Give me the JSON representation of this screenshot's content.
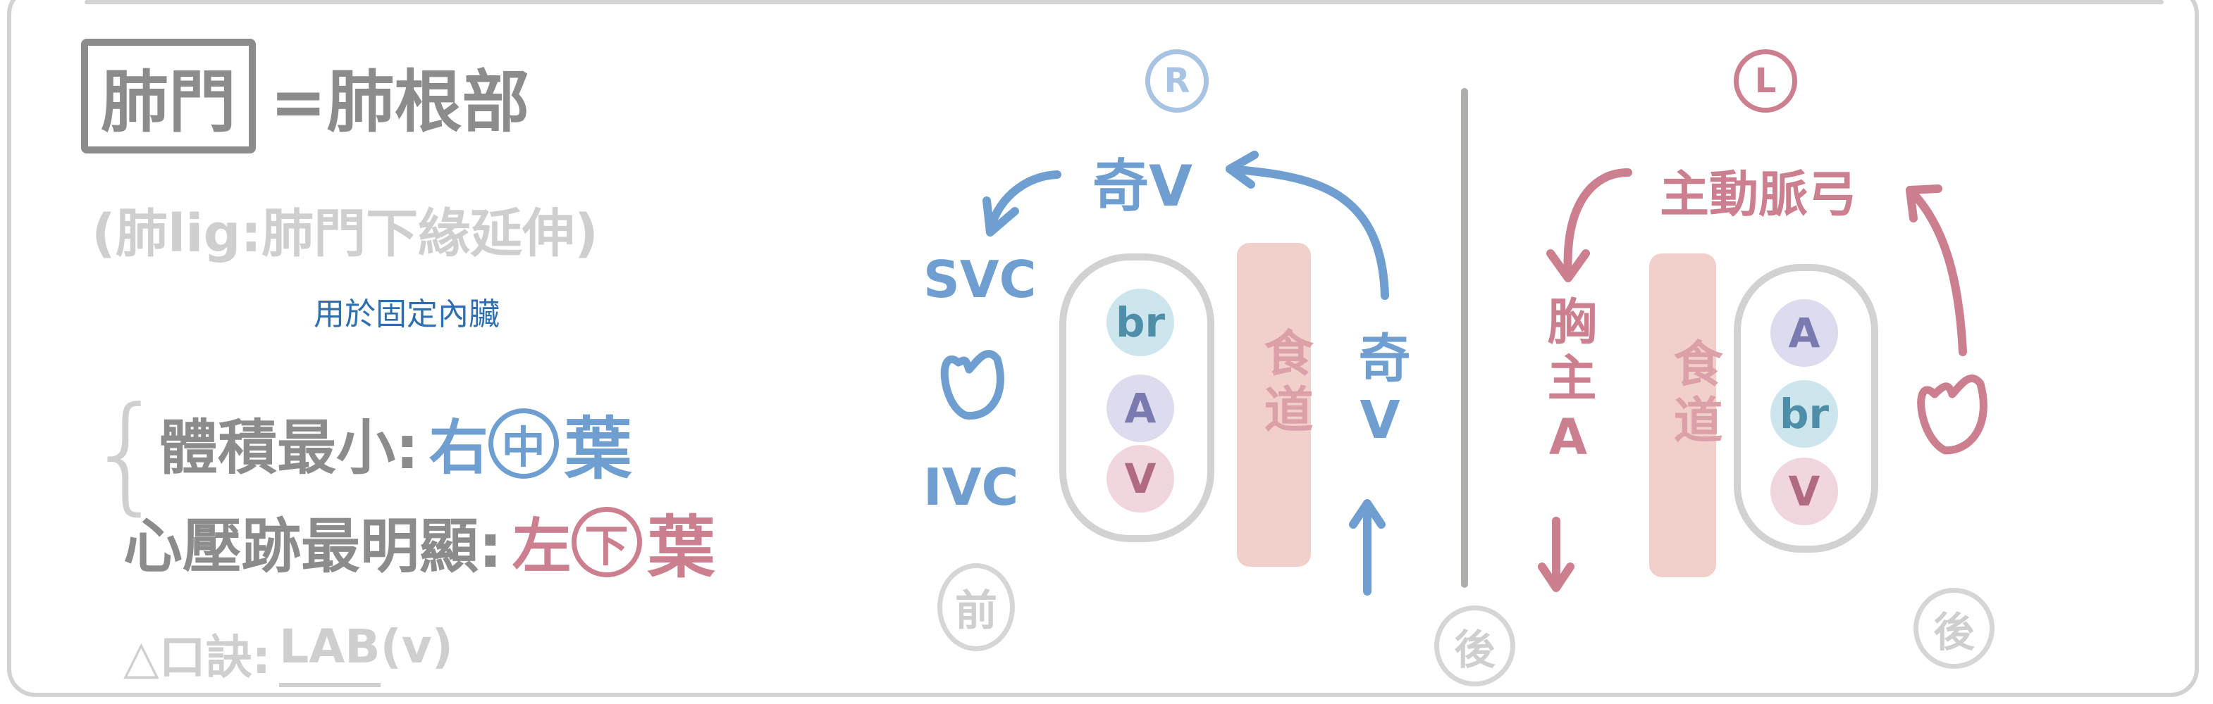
{
  "left": {
    "hilum_label": "肺門",
    "hilum_eq": "=肺根部",
    "ligament_note": "(肺lig:肺門下緣延伸)",
    "ligament_sub": "用於固定內臟",
    "smallest_label": "體積最小:",
    "smallest_side": "右",
    "smallest_circle": "中",
    "smallest_lobe": "葉",
    "cardiac_label": "心壓跡最明顯:",
    "cardiac_side": "左",
    "cardiac_circle": "下",
    "cardiac_lobe": "葉",
    "mnemonic_prefix": "△口訣:",
    "mnemonic_key": "LAB",
    "mnemonic_suffix": "(v)"
  },
  "right_lung": {
    "side_marker": "R",
    "azygos_top": "奇V",
    "svc": "SVC",
    "ivc": "IVC",
    "hilum_items": [
      "br",
      "A",
      "V"
    ],
    "esophagus": "食道",
    "azygos_side": "奇V",
    "front_marker": "前"
  },
  "left_lung": {
    "side_marker": "L",
    "aortic_arch": "主動脈弓",
    "thoracic_aorta": "胸主A",
    "esophagus": "食道",
    "hilum_items": [
      "A",
      "br",
      "V"
    ],
    "back_marker_left": "後",
    "back_marker_right": "後"
  },
  "colors": {
    "gray": "#8c8c8c",
    "light_gray": "#cfcfcf",
    "blue": "#6f9fd0",
    "pink": "#cc7f8f",
    "bronchus_bubble": "#cde6ee",
    "artery_bubble": "#dcdcee",
    "vein_bubble": "#f1d6dd",
    "esophagus_bar": "#f1cfcb"
  }
}
